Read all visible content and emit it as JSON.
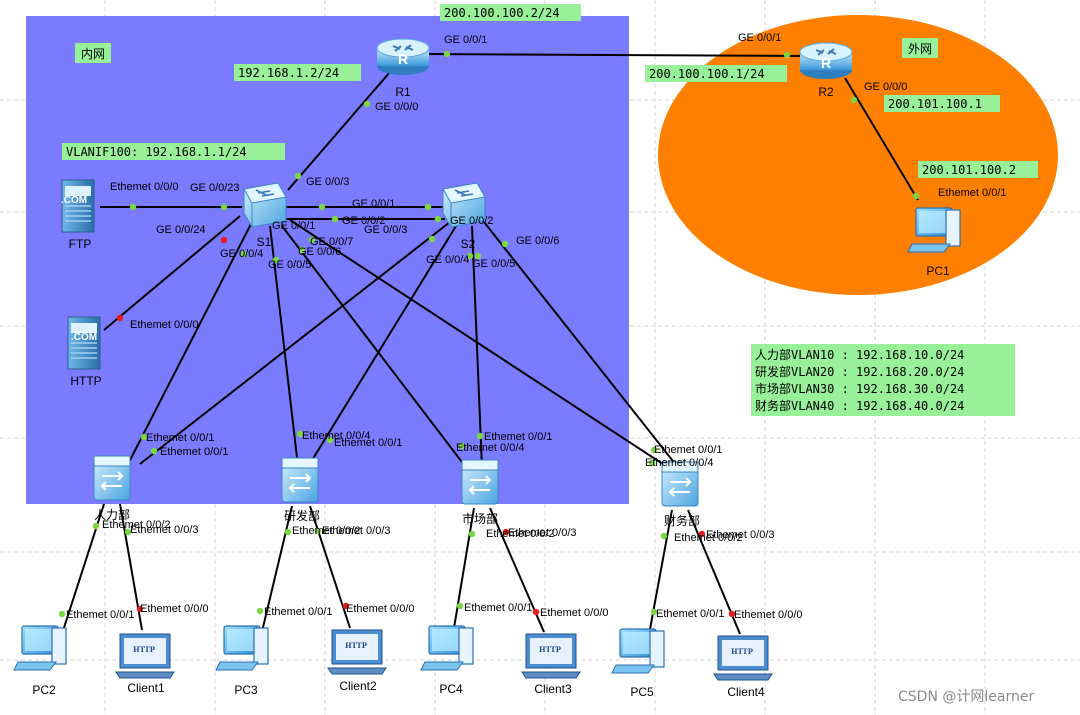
{
  "zones": {
    "intranet": "内网",
    "extranet": "外网"
  },
  "ip_labels": {
    "r1_wan": "200.100.100.2/24",
    "r2_wan": "200.100.100.1/24",
    "r1_lan": "192.168.1.2/24",
    "vlanif": "VLANIF100: 192.168.1.1/24",
    "r2_g000": "200.101.100.1",
    "pc1_ip": "200.101.100.2"
  },
  "vlan_table": [
    "人力部VLAN10 : 192.168.10.0/24",
    "研发部VLAN20 : 192.168.20.0/24",
    "市场部VLAN30 : 192.168.30.0/24",
    "财务部VLAN40 : 192.168.40.0/24"
  ],
  "devices": {
    "r1": "R1",
    "r2": "R2",
    "s1": "S1",
    "s2": "S2",
    "ftp": "FTP",
    "http": "HTTP",
    "pc1": "PC1",
    "sw_hr": "人力部",
    "sw_rd": "研发部",
    "sw_mk": "市场部",
    "sw_fn": "财务部",
    "pc2": "PC2",
    "pc3": "PC3",
    "pc4": "PC4",
    "pc5": "PC5",
    "client1": "Client1",
    "client2": "Client2",
    "client3": "Client3",
    "client4": "Client4",
    "server_badge": ".COM",
    "client_badge": "HTTP"
  },
  "ports": {
    "r1_g001": "GE 0/0/1",
    "r2_g001": "GE 0/0/1",
    "r1_g000": "GE 0/0/0",
    "r2_g000": "GE 0/0/0",
    "pc1_e001": "Ethemet 0/0/1",
    "ftp_e000": "Ethemet 0/0/0",
    "s1_g023": "GE 0/0/23",
    "s1_g003": "GE 0/0/3",
    "s1_g001": "GE 0/0/1",
    "s1_g002": "GE 0/0/2",
    "s2_g001": "GE 0/0/1",
    "s2_g003": "GE 0/0/3",
    "s2_g002": "GE 0/0/2",
    "s1_g024": "GE 0/0/24",
    "s1_g004": "GE 0/0/4",
    "s1_g007": "GE 0/0/7",
    "s1_g006": "GE 0/0/6",
    "s1_g005": "GE 0/0/5",
    "s2_g006": "GE 0/0/6",
    "s2_g004": "GE 0/0/4",
    "s2_g005": "GE 0/0/5",
    "http_e000": "Ethemet 0/0/0",
    "hr_e001a": "Ethemet 0/0/1",
    "hr_e001b": "Ethemet 0/0/1",
    "rd_e004": "Ethemet 0/0/4",
    "rd_e001": "Ethemet 0/0/1",
    "mk_e001": "Ethemet 0/0/1",
    "mk_e004": "Ethemet 0/0/4",
    "fn_e001": "Ethemet 0/0/1",
    "fn_e004": "Ethemet 0/0/4",
    "hr_e002": "Ethemet 0/0/2",
    "hr_e003": "Ethemet 0/0/3",
    "rd_e002": "Ethemet 0/0/2",
    "rd_e003": "Ethemet 0/0/3",
    "mk_e002": "Ethemet 0/0/2",
    "mk_e003": "Ethemet 0/0/3",
    "fn_e002": "Ethemet 0/0/2",
    "fn_e003": "Ethemet 0/0/3",
    "pc2_e001": "Ethemet 0/0/1",
    "c1_e000": "Ethemet 0/0/0",
    "pc3_e001": "Ethemet 0/0/1",
    "c2_e000": "Ethemet 0/0/0",
    "pc4_e001": "Ethemet 0/0/1",
    "c3_e000": "Ethemet 0/0/0",
    "pc5_e001": "Ethemet 0/0/1",
    "c4_e000": "Ethemet 0/0/0"
  },
  "colors": {
    "intranet_fill": "#7b7bff",
    "extranet_fill": "#ff8000",
    "label_fill": "#98f098",
    "link_up": "#7ad642",
    "link_down": "#e81c1c",
    "grid": "#d4d4d4"
  },
  "watermark": "CSDN @计网learner"
}
